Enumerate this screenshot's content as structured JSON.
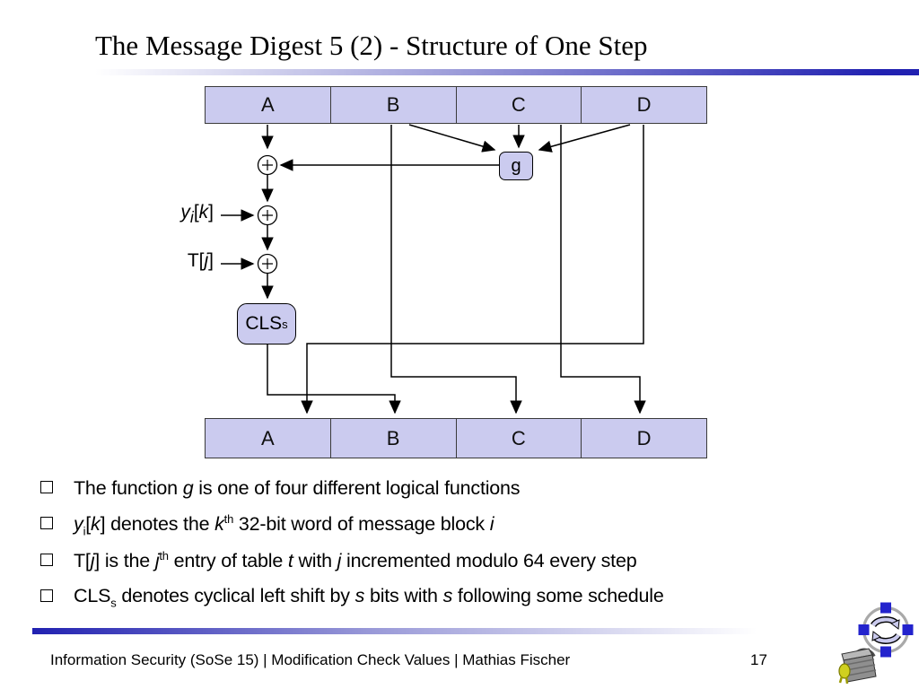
{
  "title": "The Message Digest 5 (2) - Structure of One Step",
  "colors": {
    "accent_blue": "#2121b1",
    "register_fill": "#cbcbef",
    "line_color": "#000000",
    "logo_square_blue": "#2323cd"
  },
  "diagram": {
    "top_registers": [
      "A",
      "B",
      "C",
      "D"
    ],
    "bottom_registers": [
      "A",
      "B",
      "C",
      "D"
    ],
    "g_box_label": "g",
    "cls_box_html": "CLS<sub>s</sub>",
    "y_input_html": "<i>y<sub>i</sub></i>[<i>k</i>]",
    "t_input_html": "T[<i>j</i>]"
  },
  "bullets": [
    "The function <i>g</i> is one of four different logical functions",
    "<i>y</i><sub>i</sub>[<i>k</i>] denotes the <i>k</i><sup>th</sup> 32-bit word of message block <i>i</i>",
    "T[<i>j</i>] is the <i>j</i><sup>th</sup> entry of table <i>t</i> with <i>j</i> incremented modulo 64 every step",
    "CLS<sub>s</sub> denotes cyclical left shift by <i>s</i> bits with <i>s</i> following some schedule"
  ],
  "footer": {
    "text": "Information Security (SoSe 15) | Modification Check Values | Mathias Fischer",
    "page_number": "17"
  }
}
